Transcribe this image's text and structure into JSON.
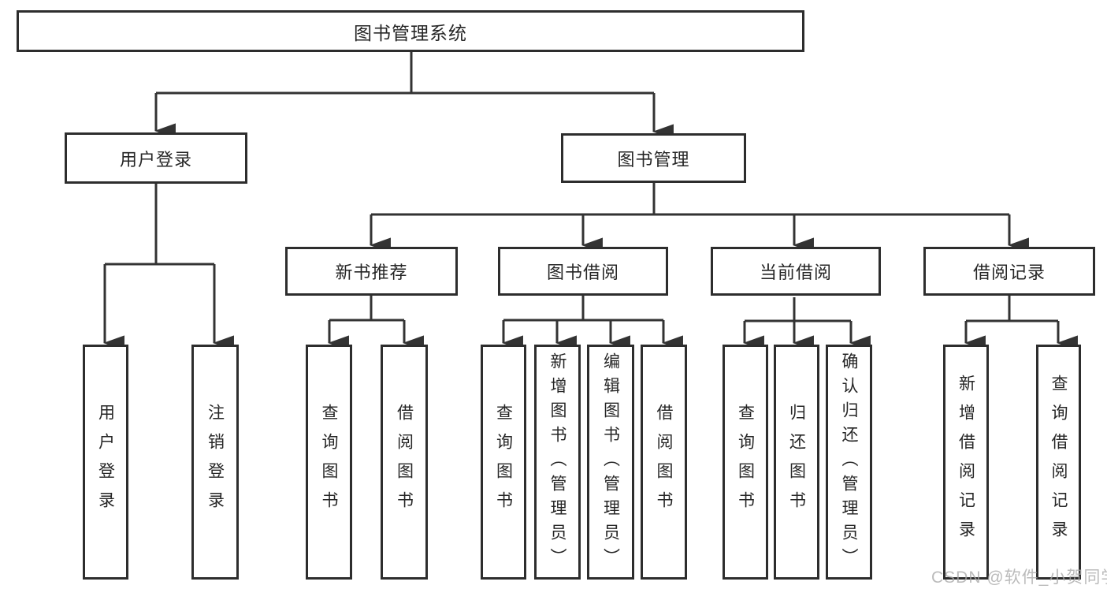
{
  "diagram_title": "图书管理系统",
  "tree": {
    "label": "图书管理系统",
    "children": [
      {
        "label": "用户登录",
        "children": [
          {
            "label": "用户登录"
          },
          {
            "label": "注销登录"
          }
        ]
      },
      {
        "label": "图书管理",
        "children": [
          {
            "label": "新书推荐",
            "children": [
              {
                "label": "查询图书"
              },
              {
                "label": "借阅图书"
              }
            ]
          },
          {
            "label": "图书借阅",
            "children": [
              {
                "label": "查询图书"
              },
              {
                "label": "新增图书（管理员）"
              },
              {
                "label": "编辑图书（管理员）"
              },
              {
                "label": "借阅图书"
              }
            ]
          },
          {
            "label": "当前借阅",
            "children": [
              {
                "label": "查询图书"
              },
              {
                "label": "归还图书"
              },
              {
                "label": "确认归还（管理员）"
              }
            ]
          },
          {
            "label": "借阅记录",
            "children": [
              {
                "label": "新增借阅记录"
              },
              {
                "label": "查询借阅记录"
              }
            ]
          }
        ]
      }
    ]
  },
  "watermark": "CSDN @软件_小贺同学",
  "colors": {
    "line": "#333333",
    "box_border": "#2d2d2d",
    "text": "#262626",
    "watermark": "#a8a8a8",
    "background": "#ffffff"
  }
}
